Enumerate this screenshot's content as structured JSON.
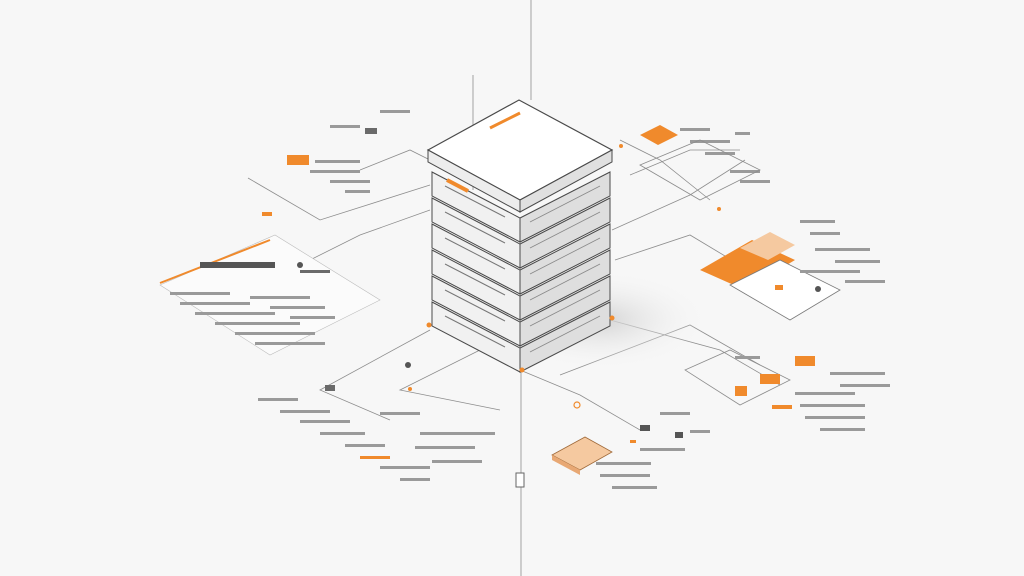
{
  "colors": {
    "accent": "#f08a2c",
    "accent_light": "#f5c9a0",
    "ink": "#4a4a4a",
    "line": "#8d8d8d",
    "background": "#f7f7f7"
  },
  "diagram": {
    "central_node": "server-rack-stack",
    "server_units": 6,
    "satellite_panels": 8,
    "connections": 12
  }
}
